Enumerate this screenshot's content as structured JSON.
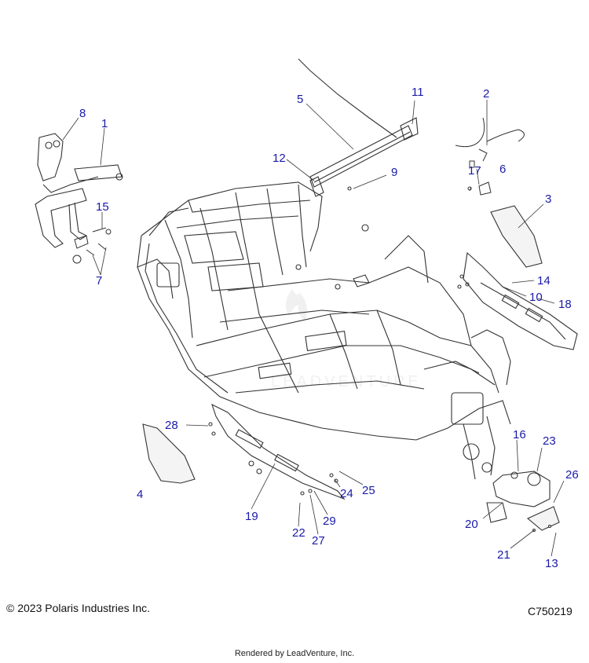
{
  "diagram": {
    "callouts": [
      "1",
      "2",
      "3",
      "4",
      "5",
      "6",
      "7",
      "8",
      "9",
      "10",
      "11",
      "12",
      "13",
      "14",
      "15",
      "16",
      "17",
      "18",
      "19",
      "20",
      "21",
      "22",
      "23",
      "24",
      "25",
      "26",
      "27",
      "28",
      "29"
    ],
    "watermark": "LEADVENTURE",
    "line_color": "#2a2a2a",
    "callout_color": "#1a1aa8"
  },
  "footer": {
    "copyright": "© 2023 Polaris Industries Inc.",
    "code": "C750219",
    "rendered_by": "Rendered by LeadVenture, Inc."
  }
}
